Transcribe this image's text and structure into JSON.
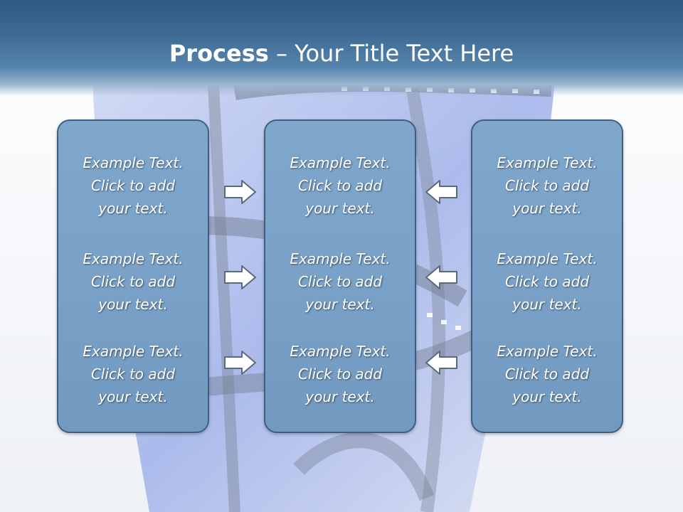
{
  "title": {
    "bold": "Process",
    "rest": " – Your Title Text Here"
  },
  "panels": [
    {
      "items": [
        {
          "line1": "Example Text.",
          "line2": "Click  to add",
          "line3": "your text."
        },
        {
          "line1": "Example Text.",
          "line2": "Click  to add",
          "line3": "your text."
        },
        {
          "line1": "Example Text.",
          "line2": "Click  to add",
          "line3": "your text."
        }
      ]
    },
    {
      "items": [
        {
          "line1": "Example Text.",
          "line2": "Click  to add",
          "line3": "your text."
        },
        {
          "line1": "Example Text.",
          "line2": "Click  to add",
          "line3": "your text."
        },
        {
          "line1": "Example Text.",
          "line2": "Click  to add",
          "line3": "your text."
        }
      ]
    },
    {
      "items": [
        {
          "line1": "Example Text.",
          "line2": "Click  to add",
          "line3": "your text."
        },
        {
          "line1": "Example Text.",
          "line2": "Click  to add",
          "line3": "your text."
        },
        {
          "line1": "Example Text.",
          "line2": "Click  to add",
          "line3": "your text."
        }
      ]
    }
  ],
  "icons": {
    "right_arrow": "right-arrow-icon",
    "left_arrow": "left-arrow-icon",
    "background": "film-strip-image"
  },
  "colors": {
    "header": "#2f5b82",
    "panel": "#7aa2c8",
    "panel_border": "#3f5f80",
    "text": "#ffffff"
  }
}
